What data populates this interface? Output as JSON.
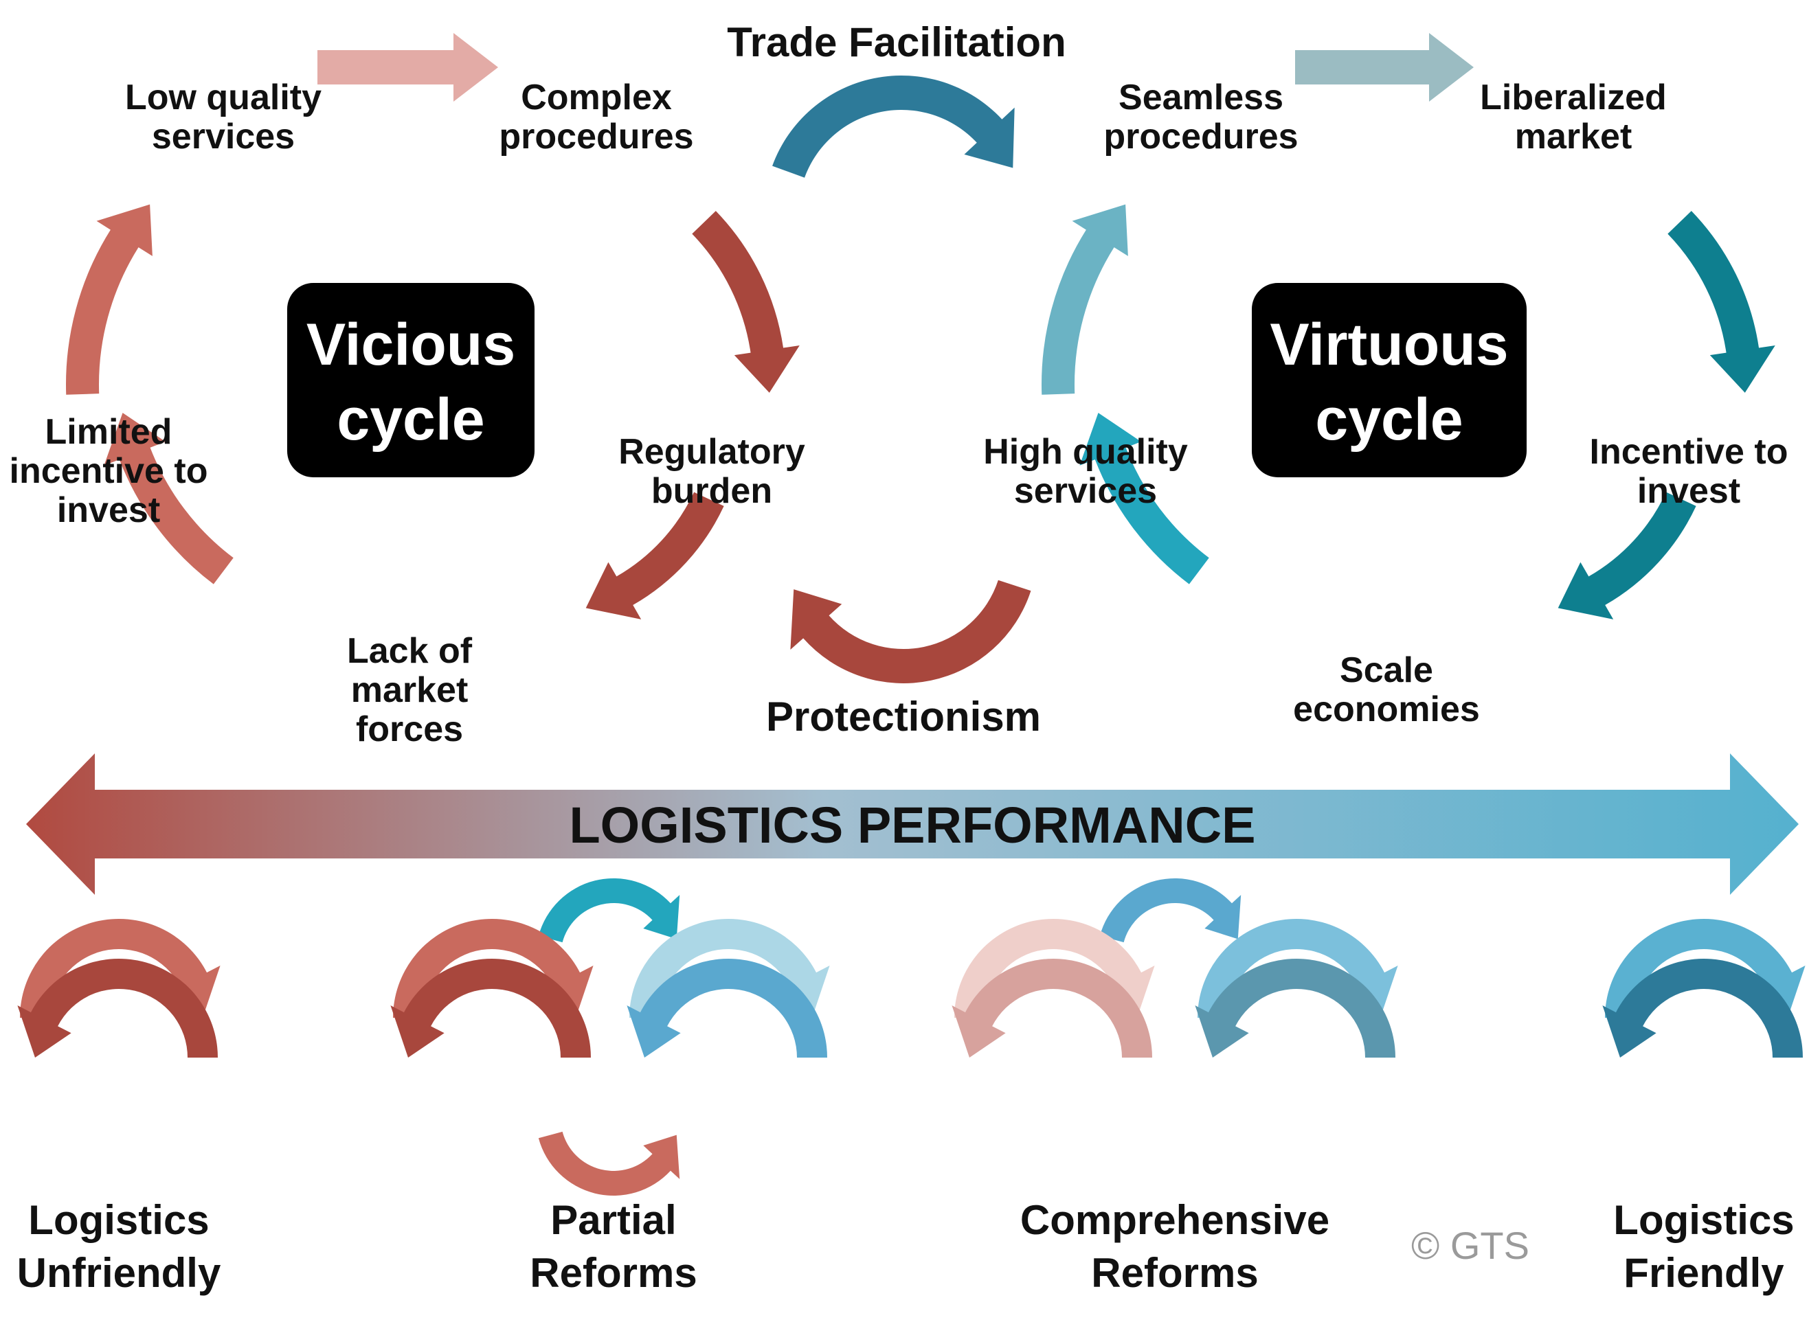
{
  "colors": {
    "vicious_dark": "#a8473d",
    "vicious_mid": "#c96a5e",
    "vicious_light": "#e3aba6",
    "vicious_pale": "#efcfca",
    "virtuous_dark": "#0e7f8f",
    "virtuous_mid": "#23a6bd",
    "virtuous_light": "#6bb3c4",
    "virtuous_grey": "#9bbcc2",
    "steel_blue": "#2d7a99",
    "hub_bg": "#000000",
    "banner_left": "#b14a40",
    "banner_mid": "#a3bfd0",
    "banner_right": "#55b1cf"
  },
  "top": {
    "trade_facilitation": "Trade Facilitation",
    "protectionism": "Protectionism"
  },
  "vicious": {
    "hub": [
      "Vicious",
      "cycle"
    ],
    "nodes": {
      "low_quality_services": [
        "Low quality",
        "services"
      ],
      "complex_procedures": [
        "Complex",
        "procedures"
      ],
      "regulatory_burden": [
        "Regulatory",
        "burden"
      ],
      "lack_of_market_forces": [
        "Lack of",
        "market",
        "forces"
      ],
      "limited_incentive": [
        "Limited",
        "incentive to",
        "invest"
      ]
    }
  },
  "virtuous": {
    "hub": [
      "Virtuous",
      "cycle"
    ],
    "nodes": {
      "seamless_procedures": [
        "Seamless",
        "procedures"
      ],
      "liberalized_market": [
        "Liberalized",
        "market"
      ],
      "incentive_to_invest": [
        "Incentive to",
        "invest"
      ],
      "scale_economies": [
        "Scale",
        "economies"
      ],
      "high_quality_services": [
        "High quality",
        "services"
      ]
    }
  },
  "banner": {
    "label": "LOGISTICS PERFORMANCE"
  },
  "spectrum": [
    {
      "id": "logistics_unfriendly",
      "label": [
        "Logistics",
        "Unfriendly"
      ]
    },
    {
      "id": "partial_reforms",
      "label": [
        "Partial",
        "Reforms"
      ]
    },
    {
      "id": "comprehensive_reforms",
      "label": [
        "Comprehensive",
        "Reforms"
      ]
    },
    {
      "id": "logistics_friendly",
      "label": [
        "Logistics",
        "Friendly"
      ]
    }
  ],
  "copyright": "© GTS"
}
